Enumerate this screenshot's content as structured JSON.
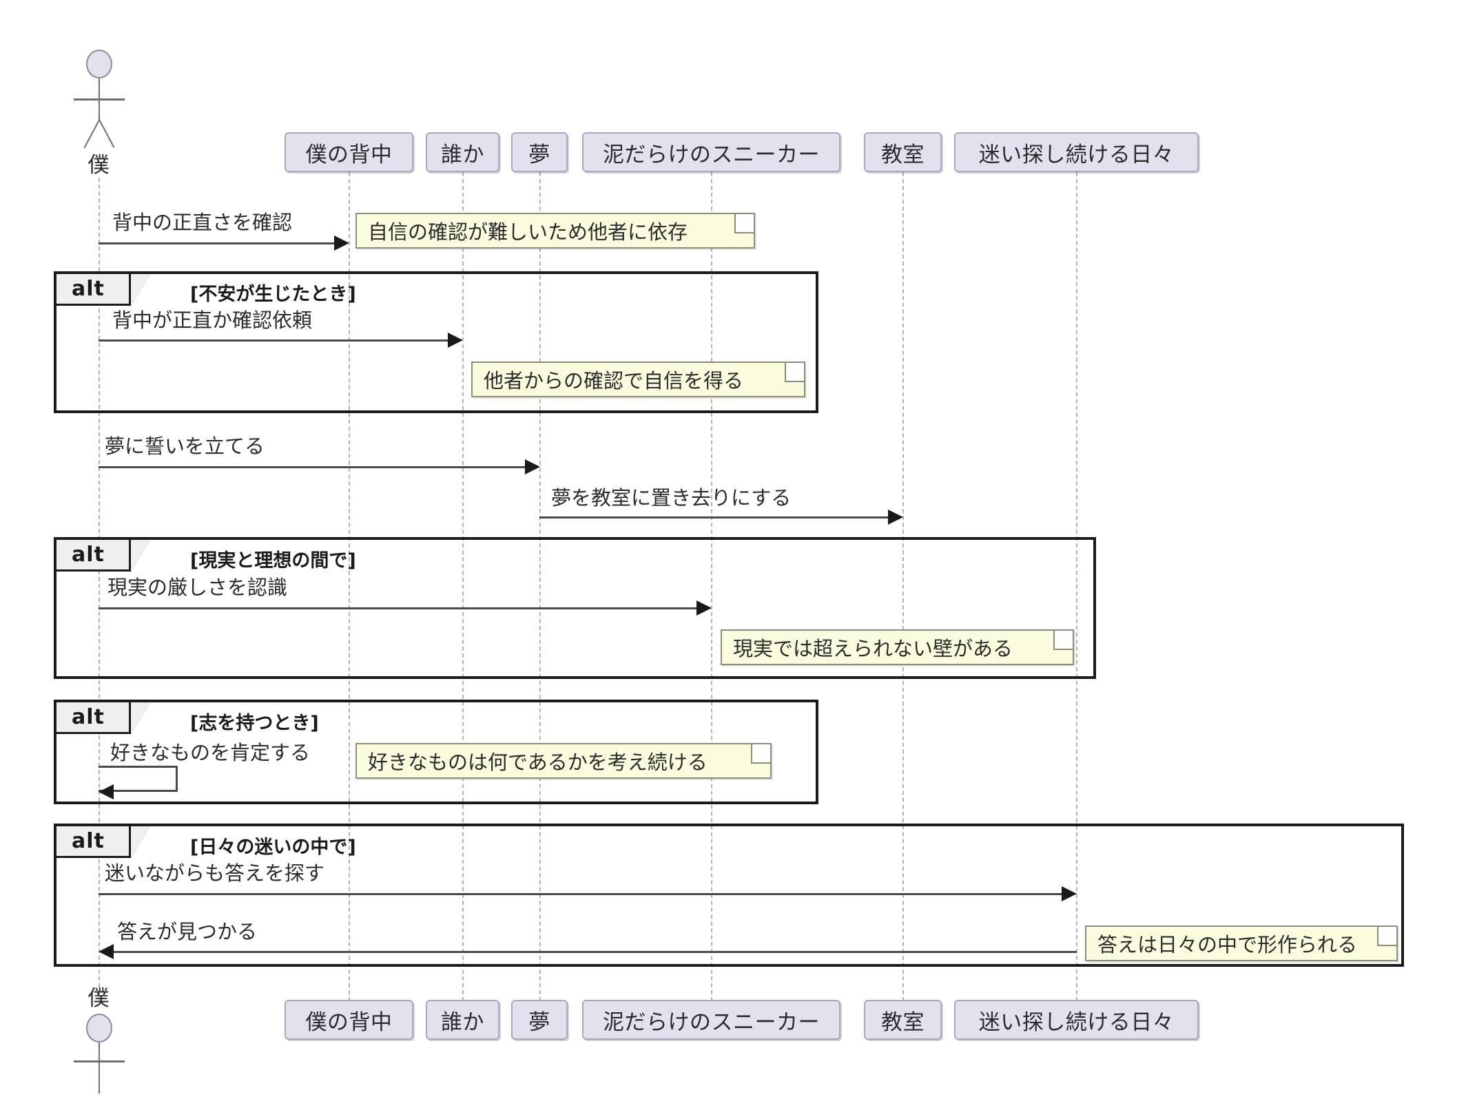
{
  "diagram": {
    "type": "uml-sequence-diagram",
    "title": "",
    "colors": {
      "participant_fill": "#e2e2ef",
      "participant_border": "#a8a8bd",
      "note_fill": "#fbfbdd",
      "note_border": "#8c8c7a",
      "lifeline": "#b4b4b4",
      "message": "#4a4a4a",
      "fragment_border": "#1a1a1a",
      "fragment_tab_fill": "#efefef",
      "background": "#ffffff"
    }
  },
  "actor": {
    "name": "actor-boku",
    "label_top": "僕",
    "label_bottom": "僕"
  },
  "participants": [
    {
      "id": "back",
      "label": "僕の背中"
    },
    {
      "id": "someone",
      "label": "誰か"
    },
    {
      "id": "dream",
      "label": "夢"
    },
    {
      "id": "sneakers",
      "label": "泥だらけのスニーカー"
    },
    {
      "id": "classroom",
      "label": "教室"
    },
    {
      "id": "days",
      "label": "迷い探し続ける日々"
    }
  ],
  "messages": [
    {
      "id": "m1",
      "label": "背中の正直さを確認",
      "from": "actor",
      "to": "back",
      "direction": "right"
    },
    {
      "id": "m2",
      "label": "背中が正直か確認依頼",
      "from": "actor",
      "to": "someone",
      "direction": "right"
    },
    {
      "id": "m3",
      "label": "夢に誓いを立てる",
      "from": "actor",
      "to": "dream",
      "direction": "right"
    },
    {
      "id": "m4",
      "label": "夢を教室に置き去りにする",
      "from": "dream",
      "to": "classroom",
      "direction": "right"
    },
    {
      "id": "m5",
      "label": "現実の厳しさを認識",
      "from": "actor",
      "to": "sneakers",
      "direction": "right"
    },
    {
      "id": "m6",
      "label": "好きなものを肯定する",
      "from": "actor",
      "to": "actor",
      "direction": "self"
    },
    {
      "id": "m7",
      "label": "迷いながらも答えを探す",
      "from": "actor",
      "to": "days",
      "direction": "right"
    },
    {
      "id": "m8",
      "label": "答えが見つかる",
      "from": "days",
      "to": "actor",
      "direction": "left"
    }
  ],
  "notes": [
    {
      "id": "n1",
      "text": "自信の確認が難しいため他者に依存"
    },
    {
      "id": "n2",
      "text": "他者からの確認で自信を得る"
    },
    {
      "id": "n3",
      "text": "現実では超えられない壁がある"
    },
    {
      "id": "n4",
      "text": "好きなものは何であるかを考え続ける"
    },
    {
      "id": "n5",
      "text": "答えは日々の中で形作られる"
    }
  ],
  "fragments": [
    {
      "id": "f1",
      "keyword": "alt",
      "condition": "[不安が生じたとき]"
    },
    {
      "id": "f2",
      "keyword": "alt",
      "condition": "[現実と理想の間で]"
    },
    {
      "id": "f3",
      "keyword": "alt",
      "condition": "[志を持つとき]"
    },
    {
      "id": "f4",
      "keyword": "alt",
      "condition": "[日々の迷いの中で]"
    }
  ]
}
